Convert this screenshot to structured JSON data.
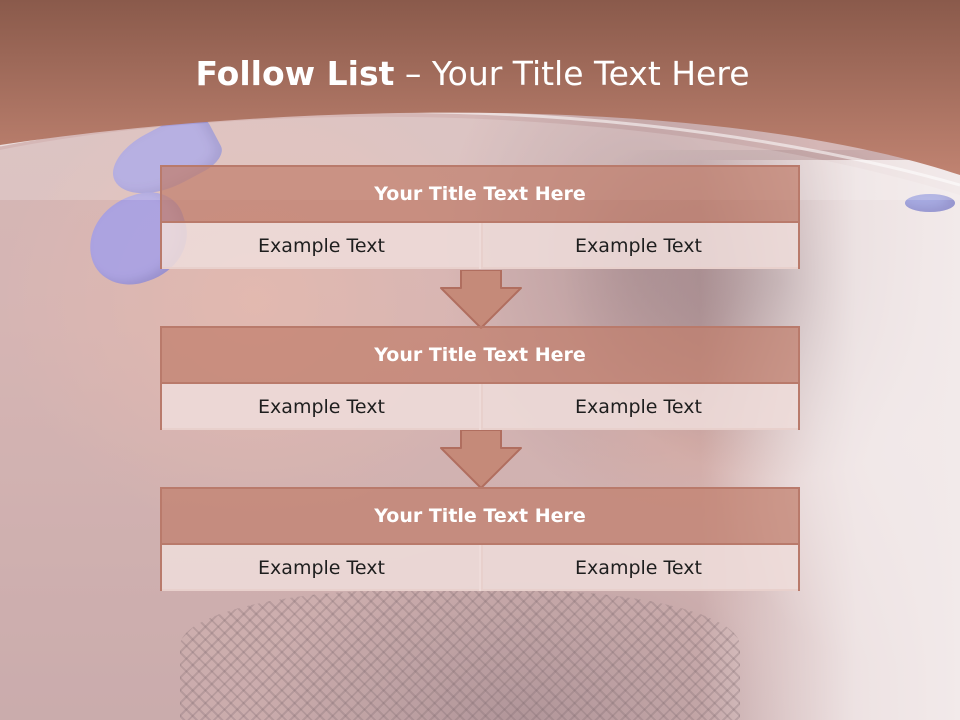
{
  "slide": {
    "title_bold": "Follow List",
    "title_rest": "– Your Title Text Here"
  },
  "steps": [
    {
      "title": "Your Title Text Here",
      "left": "Example Text",
      "right": "Example Text"
    },
    {
      "title": "Your Title Text Here",
      "left": "Example Text",
      "right": "Example Text"
    },
    {
      "title": "Your Title Text Here",
      "left": "Example Text",
      "right": "Example Text"
    }
  ],
  "colors": {
    "header_top": "#8a5a4b",
    "header_bottom": "#c08371",
    "accent": "#b97a6b",
    "box_title_bg": "#c58a79",
    "cell_bg": "#eedcda"
  }
}
